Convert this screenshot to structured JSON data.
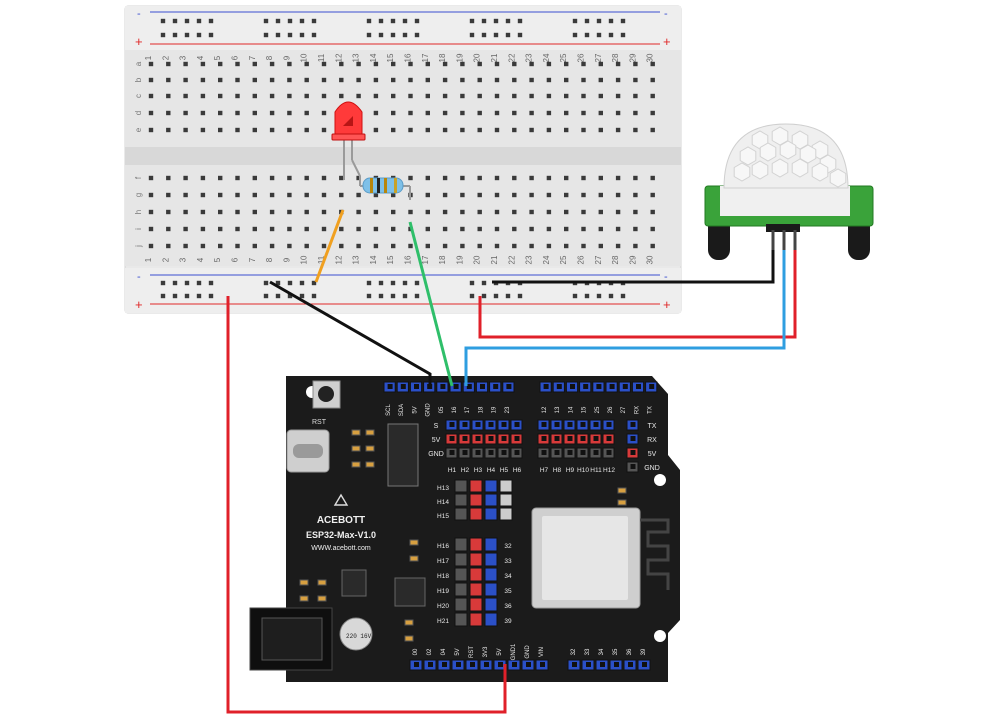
{
  "breadboard": {
    "rail_minus": "-",
    "rail_plus": "+",
    "columns": [
      "1",
      "2",
      "3",
      "4",
      "5",
      "6",
      "7",
      "8",
      "9",
      "10",
      "11",
      "12",
      "13",
      "14",
      "15",
      "16",
      "17",
      "18",
      "19",
      "20",
      "21",
      "22",
      "23",
      "24",
      "25",
      "26",
      "27",
      "28",
      "29",
      "30"
    ],
    "rows_top": [
      "a",
      "b",
      "c",
      "d",
      "e"
    ],
    "rows_bottom": [
      "f",
      "g",
      "h",
      "i",
      "j"
    ]
  },
  "board": {
    "logo_text": "ACEBOTT",
    "model": "ESP32-Max-V1.0",
    "url": "WWW.acebott.com",
    "rst_label": "RST",
    "capacitor_label": "220 16V",
    "top_header_left": [
      "SCL",
      "SDA",
      "5V",
      "GND",
      "05",
      "16",
      "17",
      "18",
      "19",
      "23"
    ],
    "top_header_right": [
      "12",
      "13",
      "14",
      "15",
      "25",
      "26",
      "27",
      "RX",
      "TX"
    ],
    "row_labels_left": [
      "S",
      "5V",
      "GND"
    ],
    "row_labels_right": [
      "TX",
      "RX",
      "5V",
      "GND"
    ],
    "h_labels_top": [
      "H1",
      "H2",
      "H3",
      "H4",
      "H5",
      "H6",
      "H7",
      "H8",
      "H9",
      "H10",
      "H11",
      "H12"
    ],
    "h_labels_mid": [
      "H13",
      "H14",
      "H15"
    ],
    "h_labels_low": [
      "H16",
      "H17",
      "H18",
      "H19",
      "H20",
      "H21"
    ],
    "right_pin_labels": [
      "32",
      "33",
      "34",
      "35",
      "36",
      "39"
    ],
    "bottom_header_left": [
      "00",
      "02",
      "04",
      "5V",
      "RST",
      "3V3",
      "5V",
      "GND1",
      "GND",
      "VIN"
    ],
    "bottom_header_right": [
      "32",
      "33",
      "34",
      "35",
      "36",
      "39"
    ]
  },
  "colors": {
    "wire_red": "#e0202a",
    "wire_black": "#111111",
    "wire_blue": "#2f9ee0",
    "wire_green": "#2fbf6a",
    "wire_orange": "#f0a020",
    "board_black": "#1b1b1b",
    "header_blue": "#2b50c8",
    "header_red": "#d83a3a",
    "sensor_green": "#3aa33a"
  }
}
